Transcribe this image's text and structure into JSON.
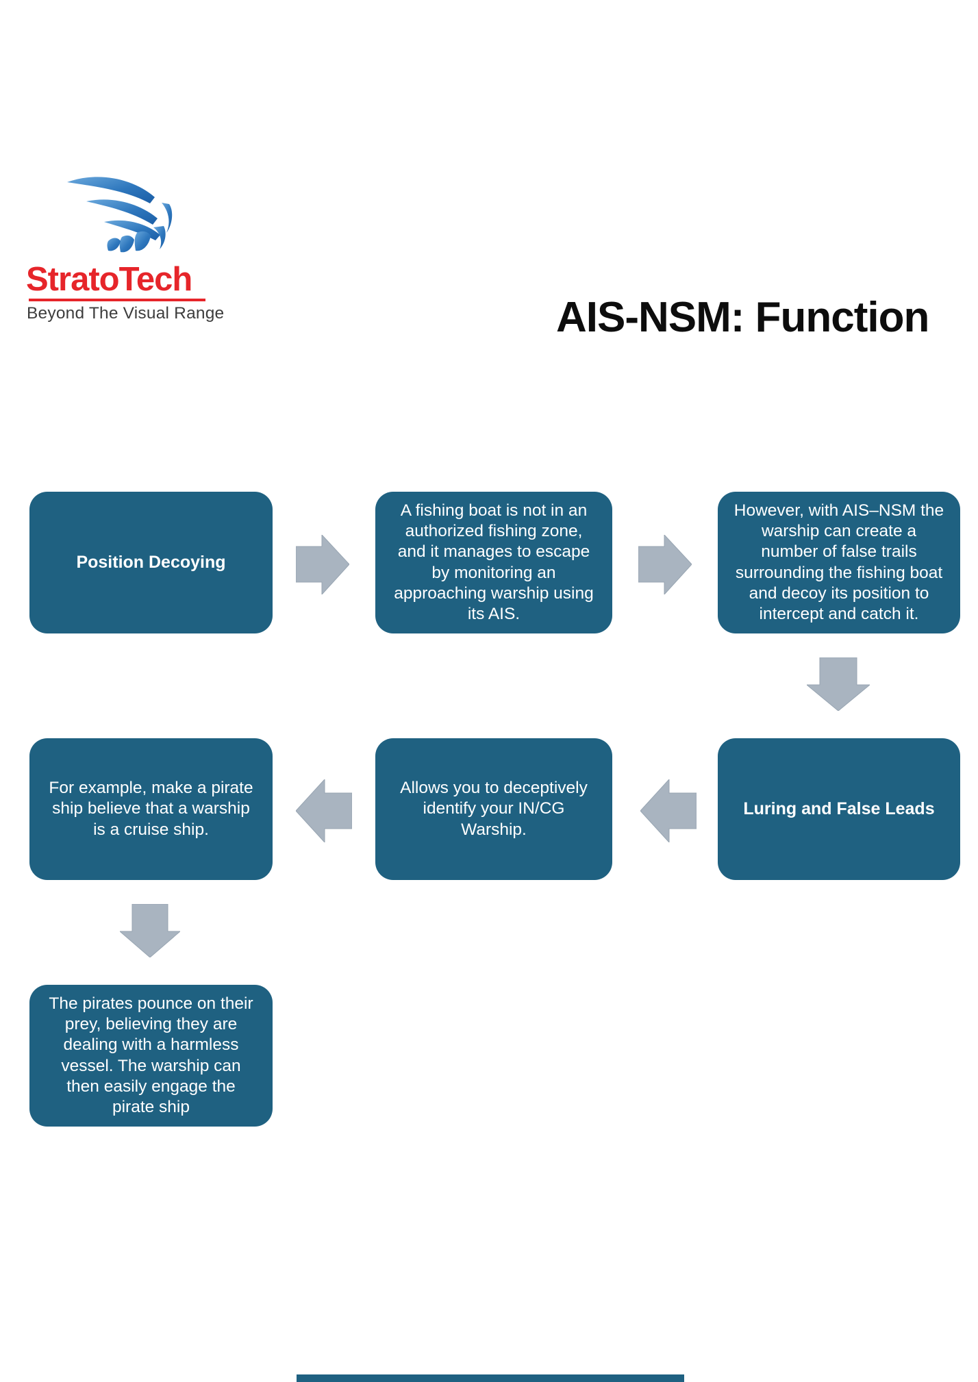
{
  "page": {
    "background": "#ffffff"
  },
  "logo": {
    "brand": "StratoTech",
    "tagline": "Beyond The Visual Range",
    "brand_color": "#e6252a",
    "tagline_color": "#3d3d3d",
    "wing_icon": "wing-icon",
    "wing_gradient_light": "#6aa8dc",
    "wing_gradient_dark": "#1b5ea6"
  },
  "header": {
    "title": "AIS-NSM: Function",
    "title_color": "#0d0d0d"
  },
  "flowchart": {
    "box_fill": "#1f6181",
    "box_text_color": "#ffffff",
    "arrow_fill": "#a9b4c0",
    "arrow_border": "#98a5b2",
    "boxes": [
      {
        "label": "Position Decoying",
        "style": "heading"
      },
      {
        "label": "A fishing boat is not in an authorized fishing zone, and it manages to escape by monitoring an approaching warship using its AIS.",
        "style": "body"
      },
      {
        "label": "However, with AIS–NSM the warship can create a number of false trails surrounding the fishing boat and decoy its position to intercept and catch it.",
        "style": "body"
      },
      {
        "label": "Luring and False Leads",
        "style": "heading"
      },
      {
        "label": "Allows you to deceptively identify your IN/CG Warship.",
        "style": "body"
      },
      {
        "label": "For example, make a pirate ship believe that a warship is a cruise ship.",
        "style": "body"
      },
      {
        "label": "The pirates pounce on their prey, believing they are dealing with a harmless vessel. The warship can then easily engage the pirate ship",
        "style": "body"
      }
    ],
    "arrows": [
      {
        "direction": "right"
      },
      {
        "direction": "right"
      },
      {
        "direction": "down"
      },
      {
        "direction": "left"
      },
      {
        "direction": "left"
      },
      {
        "direction": "down"
      }
    ]
  },
  "footer": {
    "next_slide_bar_color": "#1f6181"
  }
}
